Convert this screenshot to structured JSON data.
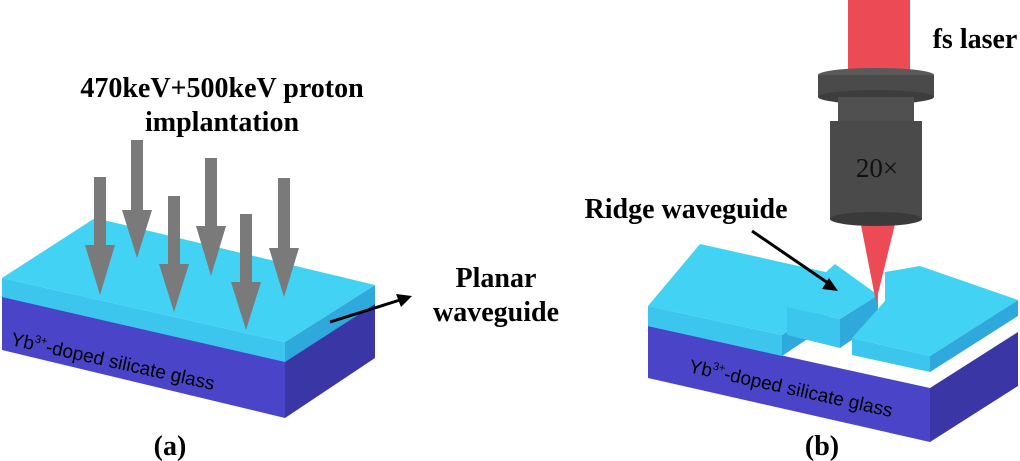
{
  "panel_a": {
    "implant_line1": "470keV+500keV proton",
    "implant_line2": "implantation",
    "planar_line1": "Planar",
    "planar_line2": "waveguide",
    "substrate_prefix": "Yb",
    "substrate_sup": "3+",
    "substrate_suffix": "-doped silicate glass",
    "caption": "(a)"
  },
  "panel_b": {
    "laser_label": "fs laser",
    "objective_label": "20×",
    "ridge_label": "Ridge waveguide",
    "substrate_prefix": "Yb",
    "substrate_sup": "3+",
    "substrate_suffix": "-doped silicate glass",
    "caption": "(b)"
  },
  "colors": {
    "top_layer": "#3fd0f2",
    "layer_side": "#2fa9dc",
    "substrate_front": "#4a45c8",
    "substrate_side": "#3a36a6",
    "arrow_gray": "#7a7a7a",
    "laser_red": "#ec4b55",
    "objective_gray": "#4a4a4a"
  }
}
